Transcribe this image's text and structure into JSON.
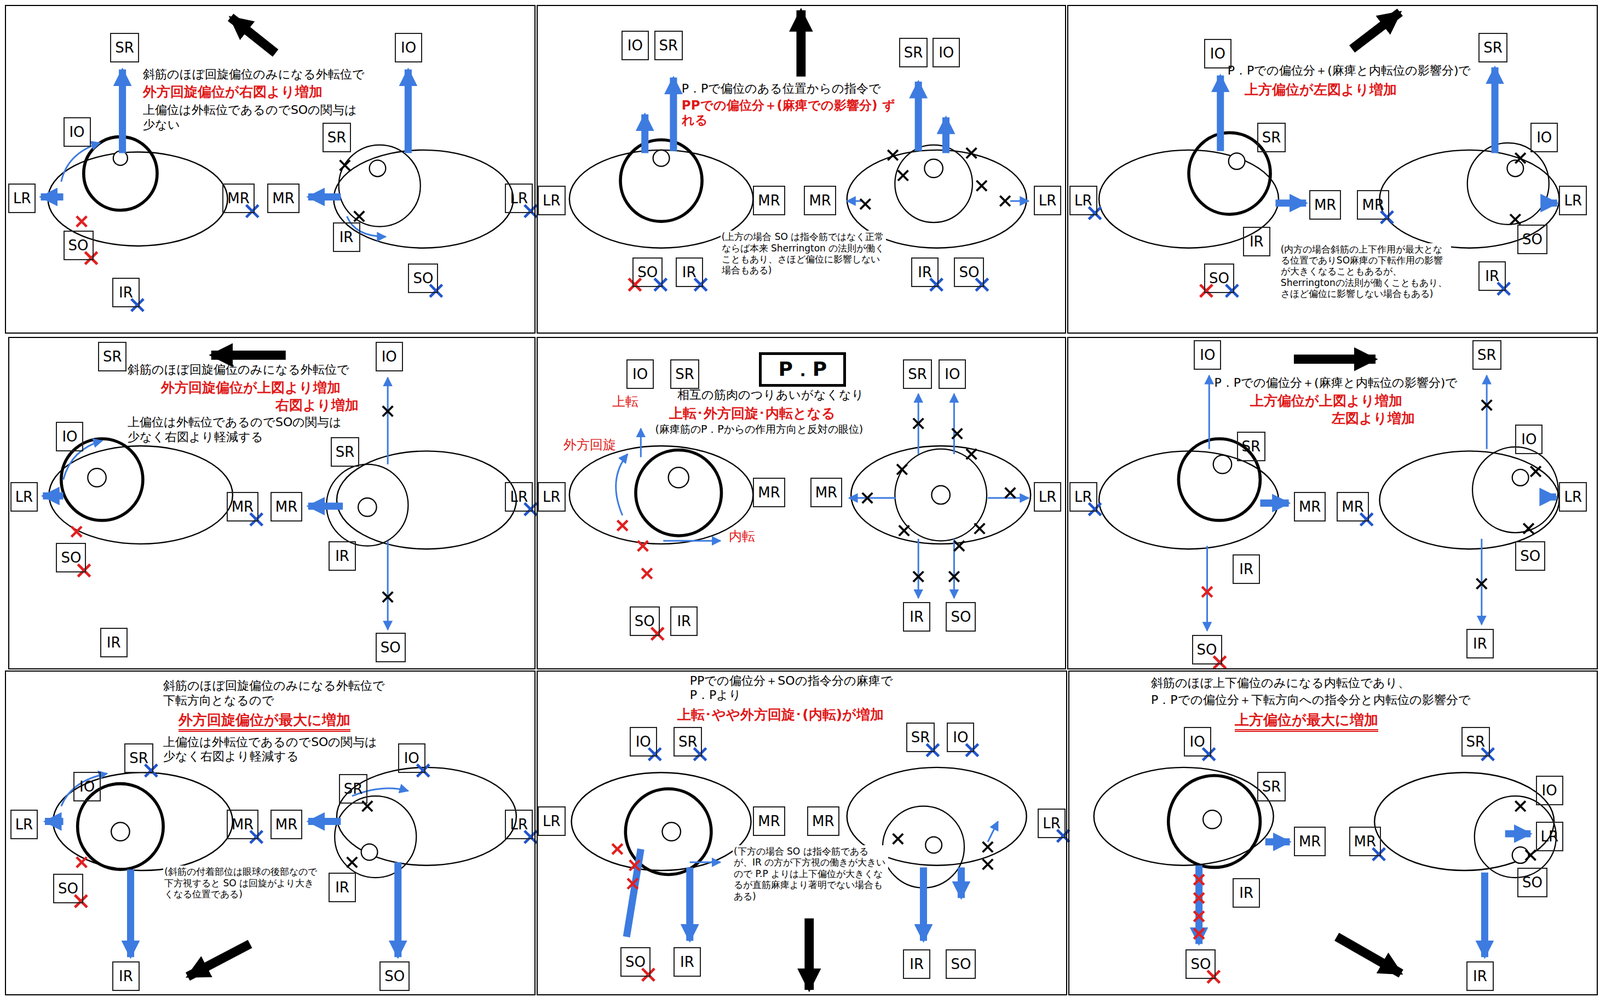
{
  "diagram": {
    "nodes": [
      {
        "text": [
          "斜筋のほぼ回旋偏位のみになる外転位で",
          "外方回旋偏位が右図より増加",
          "上偏位は外転位であるのでSOの関与は 少ない"
        ]
      },
      {
        "text": [
          "SR"
        ],
        "in": 0
      },
      {
        "text": [
          "IO"
        ],
        "in": 0
      },
      {
        "text": [
          "IO"
        ],
        "in": 0
      },
      {
        "text": [
          "SR"
        ],
        "in": 0
      },
      {
        "text": [
          "LR"
        ],
        "in": 0
      },
      {
        "text": [
          "MR"
        ],
        "in": 0
      },
      {
        "text": [
          "MR"
        ],
        "in": 0
      },
      {
        "text": [
          "LR"
        ],
        "in": 0
      },
      {
        "text": [
          "IR"
        ],
        "in": 0
      },
      {
        "text": [
          "SO"
        ],
        "in": 0
      },
      {
        "text": [
          "IR"
        ],
        "in": 0
      },
      {
        "text": [
          "SO"
        ],
        "in": 0
      },
      {
        "text": [
          "P．Pで偏位のある位置からの指令で",
          "PPでの偏位分＋(麻痺での影響分) ずれる",
          "(上方の場合 SO は指令筋ではなく正常ならば本来 Sherrington の法則が働くこともあり、さほど偏位に影響しない場合もある)"
        ]
      },
      {
        "text": [
          "IO"
        ],
        "in": 13
      },
      {
        "text": [
          "SR"
        ],
        "in": 13
      },
      {
        "text": [
          "SR"
        ],
        "in": 13
      },
      {
        "text": [
          "IO"
        ],
        "in": 13
      },
      {
        "text": [
          "LR"
        ],
        "in": 13
      },
      {
        "text": [
          "MR"
        ],
        "in": 13
      },
      {
        "text": [
          "MR"
        ],
        "in": 13
      },
      {
        "text": [
          "LR"
        ],
        "in": 13
      },
      {
        "text": [
          "SO"
        ],
        "in": 13
      },
      {
        "text": [
          "IR"
        ],
        "in": 13
      },
      {
        "text": [
          "IR"
        ],
        "in": 13
      },
      {
        "text": [
          "SO"
        ],
        "in": 13
      },
      {
        "text": [
          "P．Pでの偏位分＋(麻痺と内転位の影響分)で",
          "上方偏位が左図より増加",
          "(内方の場合斜筋の上下作用が最大となる位置でありSO麻痺の下転作用の影響が大きくなることもあるが、Sherringtonの法則が働くこともあり、さほど偏位に影響しない場合もある)"
        ]
      },
      {
        "text": [
          "IO"
        ],
        "in": 26
      },
      {
        "text": [
          "SR"
        ],
        "in": 26
      },
      {
        "text": [
          "SR"
        ],
        "in": 26
      },
      {
        "text": [
          "IO"
        ],
        "in": 26
      },
      {
        "text": [
          "LR"
        ],
        "in": 26
      },
      {
        "text": [
          "MR"
        ],
        "in": 26
      },
      {
        "text": [
          "MR"
        ],
        "in": 26
      },
      {
        "text": [
          "LR"
        ],
        "in": 26
      },
      {
        "text": [
          "IR"
        ],
        "in": 26
      },
      {
        "text": [
          "SO"
        ],
        "in": 26
      },
      {
        "text": [
          "SO"
        ],
        "in": 26
      },
      {
        "text": [
          "IR"
        ],
        "in": 26
      },
      {
        "text": [
          "斜筋のほぼ回旋偏位のみになる外転位で",
          "外方回旋偏位が上図より増加",
          "右図より増加",
          "上偏位は外転位であるのでSOの関与は 少なく右図より軽減する"
        ]
      },
      {
        "text": [
          "SR"
        ],
        "in": 39
      },
      {
        "text": [
          "IO"
        ],
        "in": 39
      },
      {
        "text": [
          "IO"
        ],
        "in": 39
      },
      {
        "text": [
          "SR"
        ],
        "in": 39
      },
      {
        "text": [
          "LR"
        ],
        "in": 39
      },
      {
        "text": [
          "MR"
        ],
        "in": 39
      },
      {
        "text": [
          "MR"
        ],
        "in": 39
      },
      {
        "text": [
          "LR"
        ],
        "in": 39
      },
      {
        "text": [
          "IR"
        ],
        "in": 39
      },
      {
        "text": [
          "SO"
        ],
        "in": 39
      },
      {
        "text": [
          "IR"
        ],
        "in": 39
      },
      {
        "text": [
          "SO"
        ],
        "in": 39
      },
      {
        "text": [
          "上転",
          "相互の筋肉のつりあいがなくなり",
          "上転･外方回旋･内転となる",
          "(麻痺筋のP．Pからの作用方向と反対の眼位)",
          "外方回旋",
          "内転"
        ]
      },
      {
        "text": [
          "P．P"
        ],
        "in": 52
      },
      {
        "text": [
          "IO"
        ],
        "in": 52
      },
      {
        "text": [
          "SR"
        ],
        "in": 52
      },
      {
        "text": [
          "SR"
        ],
        "in": 52
      },
      {
        "text": [
          "IO"
        ],
        "in": 52
      },
      {
        "text": [
          "LR"
        ],
        "in": 52
      },
      {
        "text": [
          "MR"
        ],
        "in": 52
      },
      {
        "text": [
          "MR"
        ],
        "in": 52
      },
      {
        "text": [
          "LR"
        ],
        "in": 52
      },
      {
        "text": [
          "IR"
        ],
        "in": 52
      },
      {
        "text": [
          "SO"
        ],
        "in": 52
      },
      {
        "text": [
          "SO"
        ],
        "in": 52
      },
      {
        "text": [
          "IR"
        ],
        "in": 52
      },
      {
        "text": [
          "P．Pでの偏位分＋(麻痺と内転位の影響分)で",
          "上方偏位が上図より増加",
          "左図より増加"
        ]
      },
      {
        "text": [
          "IO"
        ],
        "in": 66
      },
      {
        "text": [
          "SR"
        ],
        "in": 66
      },
      {
        "text": [
          "IO"
        ],
        "in": 66
      },
      {
        "text": [
          "SR"
        ],
        "in": 66
      },
      {
        "text": [
          "LR"
        ],
        "in": 66
      },
      {
        "text": [
          "MR"
        ],
        "in": 66
      },
      {
        "text": [
          "MR"
        ],
        "in": 66
      },
      {
        "text": [
          "LR"
        ],
        "in": 66
      },
      {
        "text": [
          "SO"
        ],
        "in": 66
      },
      {
        "text": [
          "IR"
        ],
        "in": 66
      },
      {
        "text": [
          "IR"
        ],
        "in": 66
      },
      {
        "text": [
          "SO"
        ],
        "in": 66
      },
      {
        "text": [
          "斜筋のほぼ回旋偏位のみになる外転位で 下転方向となるので",
          "外方回旋偏位が最大に増加",
          "上偏位は外転位であるのでSOの関与は 少なく右図より軽減する",
          "(斜筋の付着部位は眼球の後部なので下方視すると SO は回旋がより大きくなる位置である)"
        ]
      },
      {
        "text": [
          "SR"
        ],
        "in": 79
      },
      {
        "text": [
          "IO"
        ],
        "in": 79
      },
      {
        "text": [
          "IO"
        ],
        "in": 79
      },
      {
        "text": [
          "SR"
        ],
        "in": 79
      },
      {
        "text": [
          "LR"
        ],
        "in": 79
      },
      {
        "text": [
          "MR"
        ],
        "in": 79
      },
      {
        "text": [
          "MR"
        ],
        "in": 79
      },
      {
        "text": [
          "LR"
        ],
        "in": 79
      },
      {
        "text": [
          "IR"
        ],
        "in": 79
      },
      {
        "text": [
          "SO"
        ],
        "in": 79
      },
      {
        "text": [
          "IR"
        ],
        "in": 79
      },
      {
        "text": [
          "SO"
        ],
        "in": 79
      },
      {
        "text": [
          "PPでの偏位分＋SOの指令分の麻痺で P．Pより",
          "上転･やや外方回旋･(内転)が増加",
          "(下方の場合 SO は指令筋であるが、IR の方が下方視の働きが大きいので P.P よりは上下偏位が大きくなるが直筋麻痺より著明でない場合もある)"
        ]
      },
      {
        "text": [
          "IO"
        ],
        "in": 92
      },
      {
        "text": [
          "SR"
        ],
        "in": 92
      },
      {
        "text": [
          "SR"
        ],
        "in": 92
      },
      {
        "text": [
          "IO"
        ],
        "in": 92
      },
      {
        "text": [
          "LR"
        ],
        "in": 92
      },
      {
        "text": [
          "MR"
        ],
        "in": 92
      },
      {
        "text": [
          "MR"
        ],
        "in": 92
      },
      {
        "text": [
          "SO"
        ],
        "in": 92
      },
      {
        "text": [
          "IR"
        ],
        "in": 92
      },
      {
        "text": [
          "IR"
        ],
        "in": 92
      },
      {
        "text": [
          "SO"
        ],
        "in": 92
      },
      {
        "text": [
          "斜筋のほぼ上下偏位のみになる内転位であり、",
          "P．Pでの偏位分＋下転方向への指令分と内転位の影響分で",
          "上方偏位が最大に増加"
        ]
      },
      {
        "text": [
          "IO"
        ],
        "in": 104
      },
      {
        "text": [
          "SR"
        ],
        "in": 104
      },
      {
        "text": [
          "SR"
        ],
        "in": 104
      },
      {
        "text": [
          "IO"
        ],
        "in": 104
      },
      {
        "text": [
          "LR"
        ],
        "in": 104
      },
      {
        "text": [
          "MR"
        ],
        "in": 104
      },
      {
        "text": [
          "MR"
        ],
        "in": 104
      },
      {
        "text": [
          "LR"
        ],
        "in": 104
      },
      {
        "text": [
          "SO"
        ],
        "in": 104
      },
      {
        "text": [
          "IR"
        ],
        "in": 104
      },
      {
        "text": [
          "SO"
        ],
        "in": 104
      },
      {
        "text": [
          "IR"
        ],
        "in": 104
      }
    ]
  }
}
